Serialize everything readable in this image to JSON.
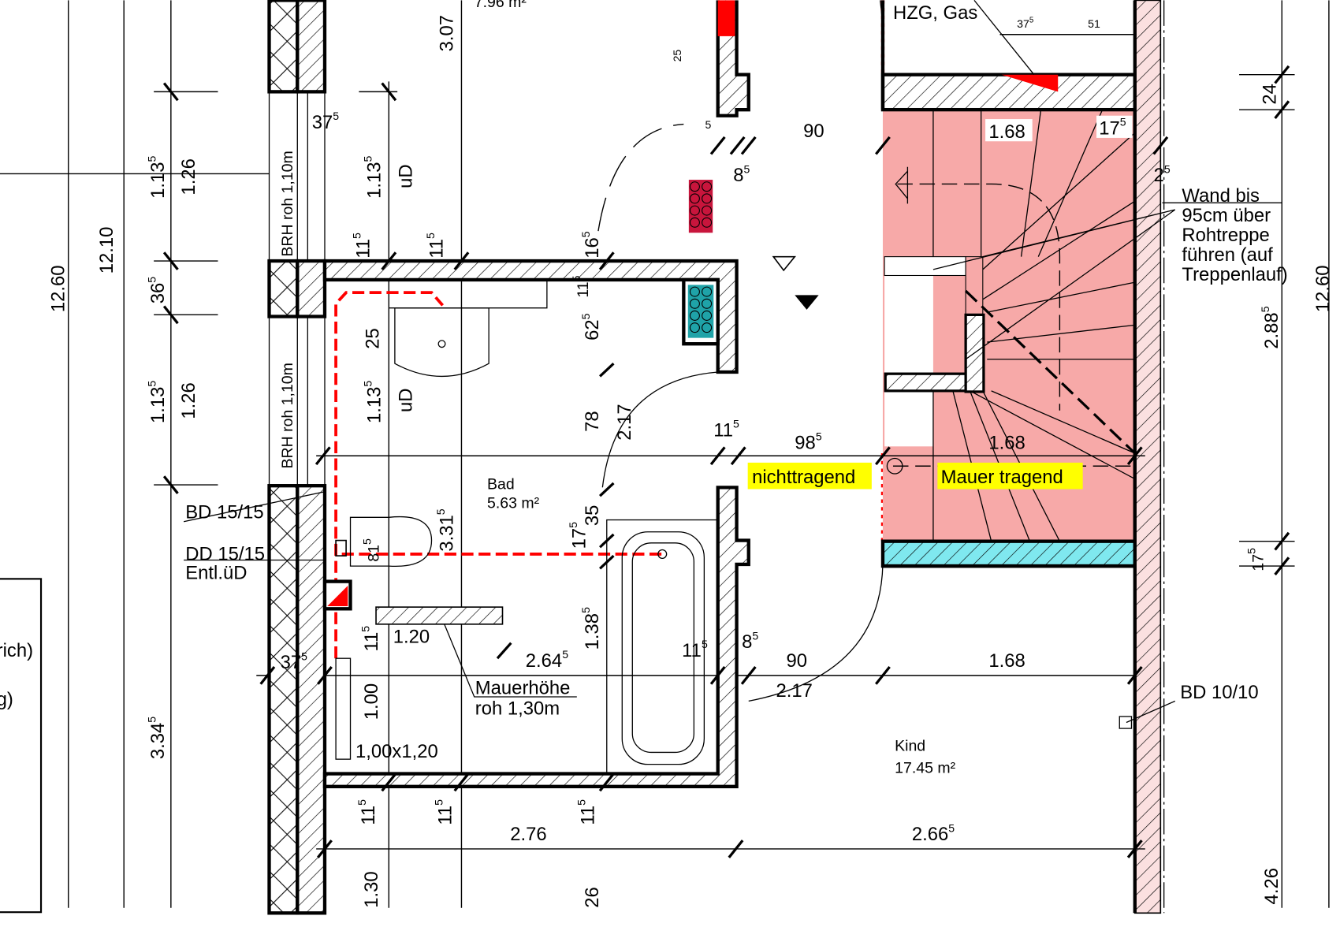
{
  "title": "Grundriss Obergeschoss – Bad, Treppe, Kind",
  "colors": {
    "stair_fill": "#f7a9a8",
    "outer_wall_fill": "#fbe0e0",
    "cyan_wall": "#7fe8ef",
    "highlight": "#ffff00",
    "pipe_red": "#ff0000",
    "pipe_bundle_red": "#c8153c",
    "pipe_bundle_teal": "#1fa3a8"
  },
  "rooms": {
    "top_area": "7.96 m²",
    "bad_name": "Bad",
    "bad_area": "5.63 m²",
    "kind_name": "Kind",
    "kind_area": "17.45 m²"
  },
  "notes": {
    "hzg": "HZG, Gas",
    "wand1": "Wand  bis",
    "wand2": "95cm über",
    "wand3": "Rohtreppe",
    "wand4": "führen (auf",
    "wand5": "Treppenlauf)",
    "brh": "BRH roh 1,10m",
    "ud": "uD",
    "bd15": "BD 15/15",
    "dd15": "DD 15/15",
    "entl": "Entl.üD",
    "mauer1": "Mauerhöhe",
    "mauer2": "roh 1,30m",
    "shower": "1,00x1,20",
    "bd10": "BD 10/10",
    "nichttragend": "nichttragend",
    "tragend": "Mauer tragend",
    "left_cut1": "rich)",
    "left_cut2": "g)"
  },
  "dims": {
    "d1260": "12.60",
    "d1210": "12.10",
    "d307": "3.07",
    "d126": "1.26",
    "d113": "1.13",
    "d36": "36",
    "d37": "37",
    "d11": "11",
    "d16": "16",
    "d62": "62",
    "d25": "25",
    "d5": "5",
    "d8": "8",
    "d90": "90",
    "d168": "1.68",
    "d17": "17",
    "d24": "24",
    "d2": "2",
    "d51": "51",
    "d288": "2.88",
    "d78": "78",
    "d217": "2.17",
    "d98": "98",
    "d331": "3.31",
    "d81": "81",
    "d35": "35",
    "d138": "1.38",
    "d120": "1.20",
    "d264": "2.64",
    "d100": "1.00",
    "d334": "3.34",
    "d276": "2.76",
    "d266": "2.66",
    "d130": "1.30",
    "d26": "26",
    "d426": "4.26",
    "sup5": "5",
    "m2": "²"
  }
}
